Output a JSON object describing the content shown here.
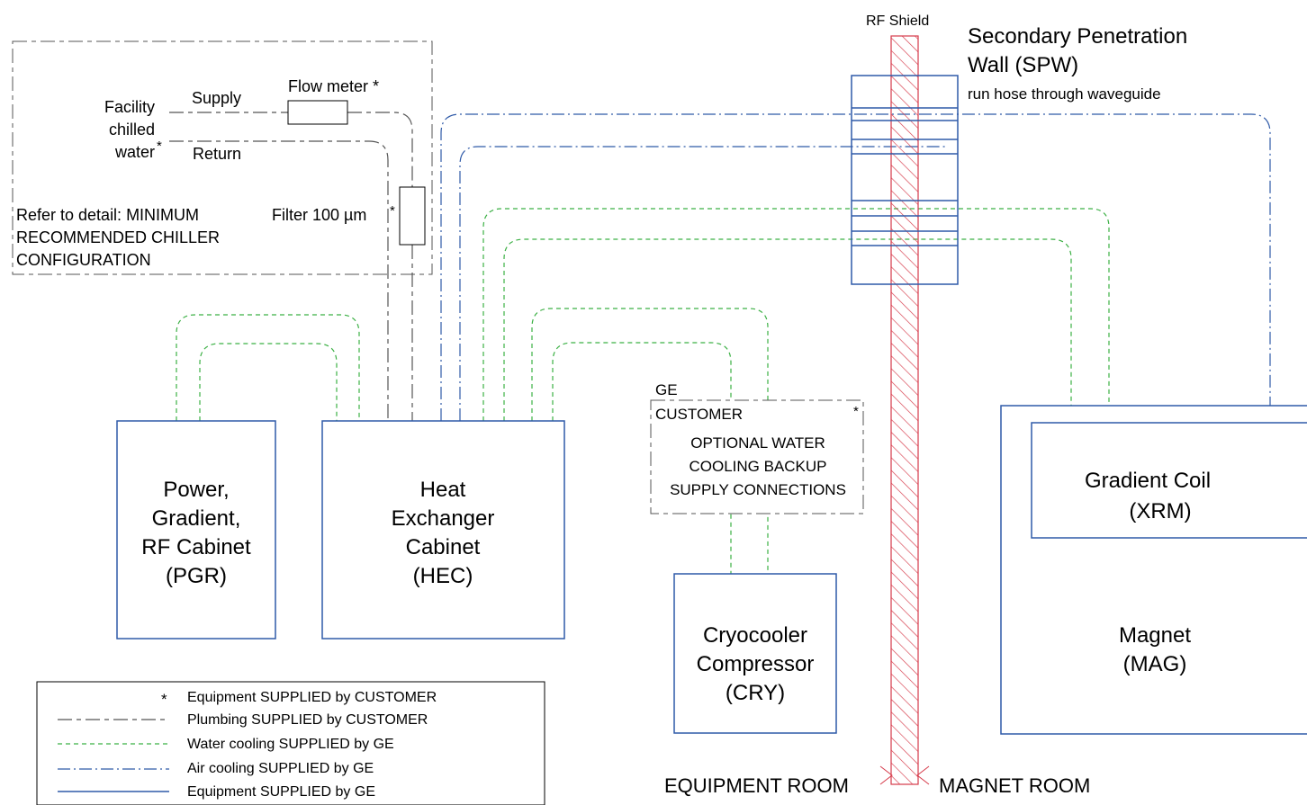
{
  "colors": {
    "equipment_blue": "#2f5aa8",
    "water_green": "#3bb044",
    "shield_red": "#d63a4a",
    "plumbing_gray": "#555555"
  },
  "rf_shield": {
    "label": "RF Shield"
  },
  "spw": {
    "title_line1": "Secondary Penetration",
    "title_line2": "Wall (SPW)",
    "note": "run hose through waveguide"
  },
  "chiller_detail": {
    "facility_line1": "Facility",
    "facility_line2": "chilled",
    "facility_line3": "water",
    "facility_star": "*",
    "supply": "Supply",
    "return": "Return",
    "flow_meter": "Flow meter *",
    "filter": "Filter 100 µm",
    "filter_star": "*",
    "refer_line1": "Refer to detail: MINIMUM",
    "refer_line2": "RECOMMENDED CHILLER",
    "refer_line3": "CONFIGURATION"
  },
  "cabinets": {
    "pgr": {
      "line1": "Power,",
      "line2": "Gradient,",
      "line3": "RF Cabinet",
      "line4": "(PGR)"
    },
    "hec": {
      "line1": "Heat",
      "line2": "Exchanger",
      "line3": "Cabinet",
      "line4": "(HEC)"
    },
    "cry": {
      "line1": "Cryocooler",
      "line2": "Compressor",
      "line3": "(CRY)"
    },
    "xrm": {
      "line1": "Gradient Coil",
      "line2": "(XRM)"
    },
    "mag": {
      "line1": "Magnet",
      "line2": "(MAG)"
    }
  },
  "ge_customer": {
    "ge": "GE",
    "customer": "CUSTOMER",
    "star": "*",
    "line1": "OPTIONAL WATER",
    "line2": "COOLING BACKUP",
    "line3": "SUPPLY CONNECTIONS"
  },
  "rooms": {
    "equipment": "EQUIPMENT ROOM",
    "magnet": "MAGNET ROOM"
  },
  "legend": {
    "star": "*",
    "items": [
      "Equipment SUPPLIED by CUSTOMER",
      "Plumbing SUPPLIED by CUSTOMER",
      "Water cooling SUPPLIED by GE",
      "Air cooling SUPPLIED by GE",
      "Equipment SUPPLIED by GE"
    ]
  }
}
